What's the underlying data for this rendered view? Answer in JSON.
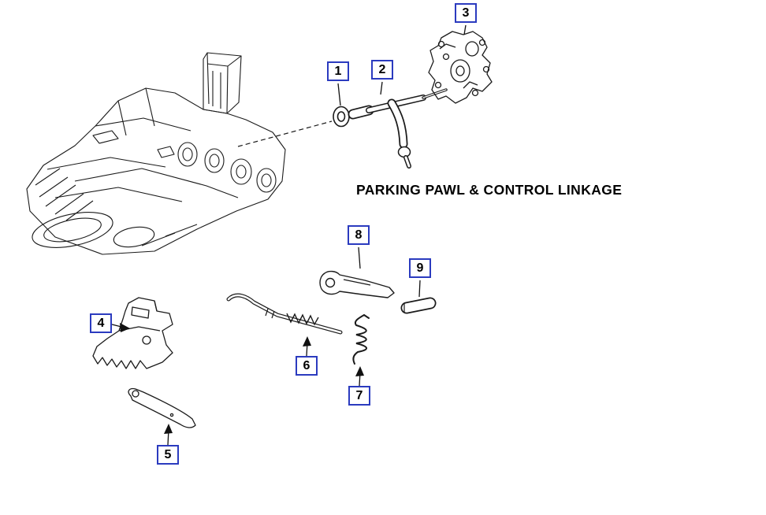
{
  "diagram": {
    "title": "PARKING PAWL & CONTROL LINKAGE",
    "colors": {
      "callout_border": "#2b3bbf",
      "line_art": "#1b1b1b"
    },
    "callouts": [
      {
        "label": "1"
      },
      {
        "label": "2"
      },
      {
        "label": "3"
      },
      {
        "label": "4"
      },
      {
        "label": "5"
      },
      {
        "label": "6"
      },
      {
        "label": "7"
      },
      {
        "label": "8"
      },
      {
        "label": "9"
      }
    ]
  }
}
